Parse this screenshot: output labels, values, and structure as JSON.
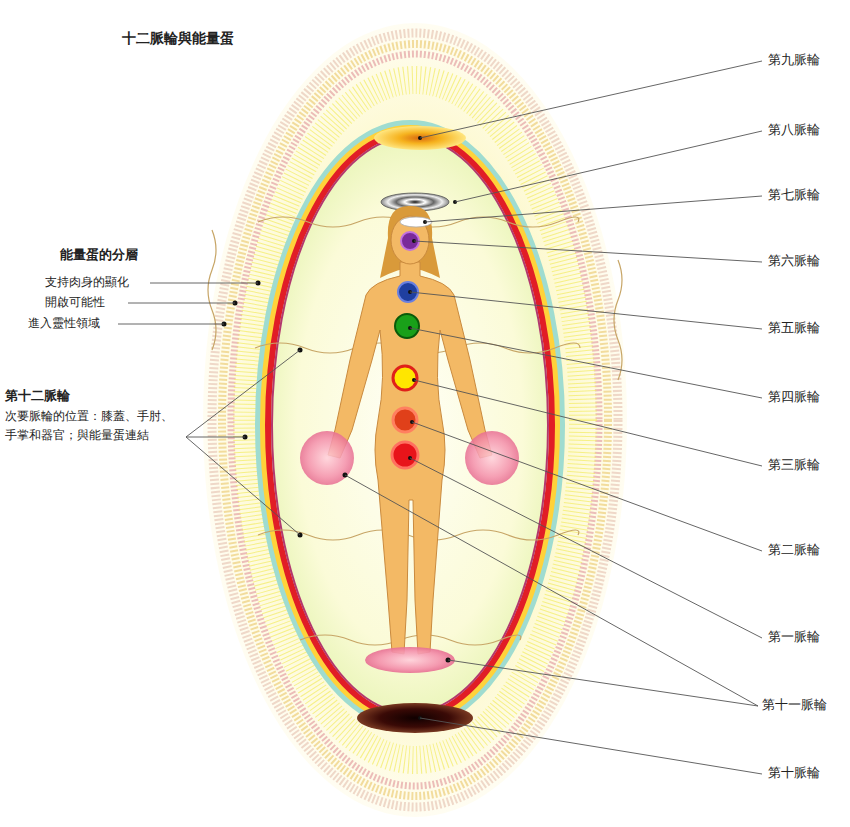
{
  "diagram": {
    "title": "十二脈輪與能量蛋",
    "labels": [
      "能量蛋的分層",
      "支持肉身的顯化",
      "開啟可能性",
      "進入靈性領域",
      "第十二脈輪",
      "次要脈輪的位置：膝蓋、手肘、手掌和器官；與能量蛋連結",
      "第九脈輪",
      "第八脈輪",
      "第七脈輪",
      "第六脈輪",
      "第五脈輪",
      "第四脈輪",
      "第三脈輪",
      "第二脈輪",
      "第一脈輪",
      "第十一脈輪",
      "第十脈輪"
    ]
  }
}
